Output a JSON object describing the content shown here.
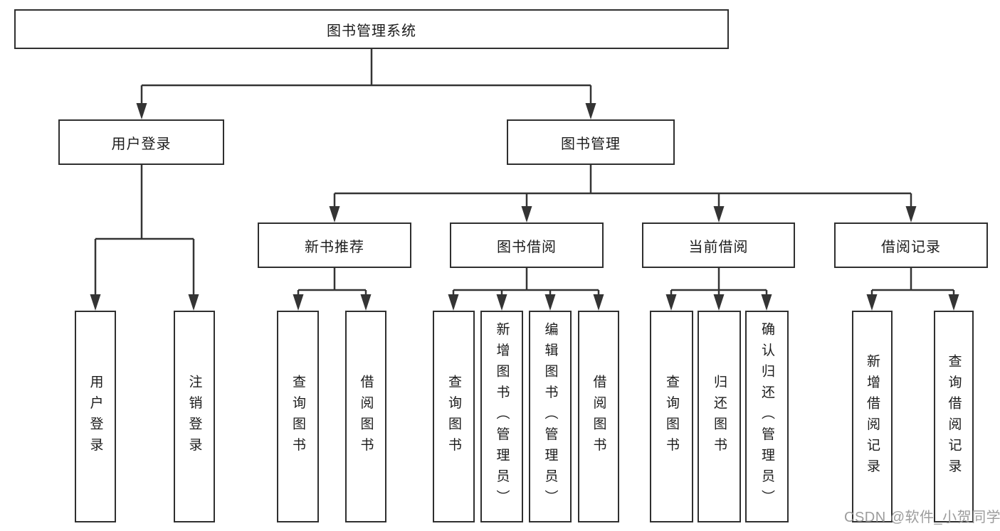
{
  "diagram_type": "hierarchy-tree",
  "tree": {
    "label": "图书管理系统",
    "children": [
      {
        "label": "用户登录",
        "children": [
          {
            "label": "用户登录"
          },
          {
            "label": "注销登录"
          }
        ]
      },
      {
        "label": "图书管理",
        "children": [
          {
            "label": "新书推荐",
            "children": [
              {
                "label": "查询图书"
              },
              {
                "label": "借阅图书"
              }
            ]
          },
          {
            "label": "图书借阅",
            "children": [
              {
                "label": "查询图书"
              },
              {
                "label": "新增图书（管理员）"
              },
              {
                "label": "编辑图书（管理员）"
              },
              {
                "label": "借阅图书"
              }
            ]
          },
          {
            "label": "当前借阅",
            "children": [
              {
                "label": "查询图书"
              },
              {
                "label": "归还图书"
              },
              {
                "label": "确认归还（管理员）"
              }
            ]
          },
          {
            "label": "借阅记录",
            "children": [
              {
                "label": "新增借阅记录"
              },
              {
                "label": "查询借阅记录"
              }
            ]
          }
        ]
      }
    ]
  },
  "watermark": "CSDN @软件_小贺同学",
  "colors": {
    "line": "#343434",
    "box_border": "#2f2f2f",
    "text": "#1c1c1c",
    "watermark": "#949494",
    "background": "#ffffff"
  }
}
